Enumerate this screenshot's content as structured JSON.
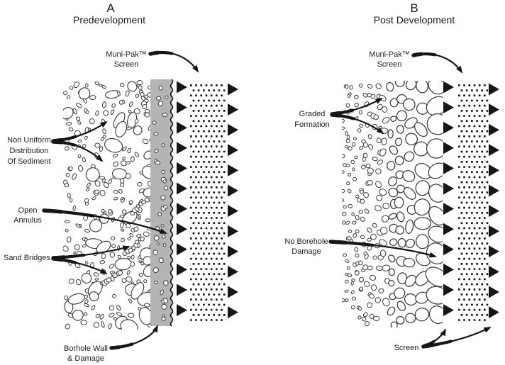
{
  "figure": {
    "colors": {
      "ink": "#161616",
      "pebble_outline": "#3b3b3b",
      "pebble_fill": "#ffffff",
      "borehole_wall_fill": "#b4b4b4",
      "background": "#ffffff"
    },
    "panels": [
      {
        "letter": "A",
        "title": "Predevelopment",
        "screen_callout": {
          "line1": "Muni-Pak™",
          "line2": "Screen"
        },
        "labels": [
          {
            "id": "non-uniform",
            "lines": [
              "Non Uniform",
              "Distribution",
              "Of Sediment"
            ]
          },
          {
            "id": "open-annulus",
            "lines": [
              "Open",
              "Annulus"
            ]
          },
          {
            "id": "sand-bridges",
            "lines": [
              "Sand Bridges"
            ]
          },
          {
            "id": "borhole-wall",
            "lines": [
              "Borhole Wall",
              "& Damage"
            ]
          }
        ]
      },
      {
        "letter": "B",
        "title": "Post Development",
        "screen_callout": {
          "line1": "Muni-Pak™",
          "line2": "Screen"
        },
        "labels": [
          {
            "id": "graded-formation",
            "lines": [
              "Graded",
              "Formation"
            ]
          },
          {
            "id": "no-borehole-damage",
            "lines": [
              "No Borehole",
              "Damage"
            ]
          },
          {
            "id": "screen",
            "lines": [
              "Screen"
            ]
          }
        ]
      }
    ]
  }
}
